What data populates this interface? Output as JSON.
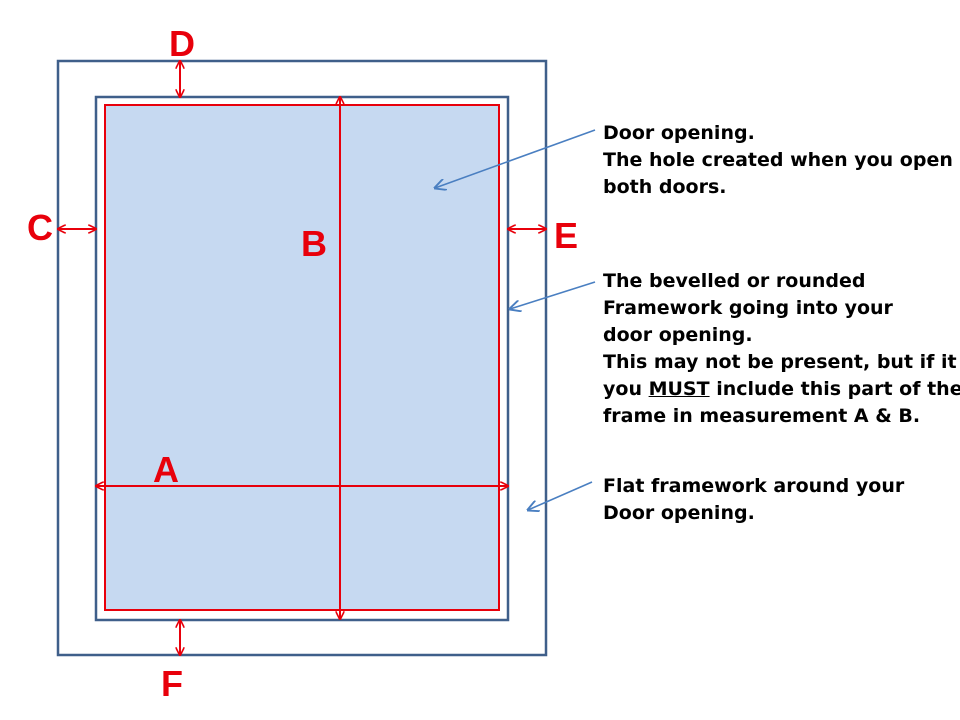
{
  "colors": {
    "outer_frame": "#3f5f8a",
    "inner_frame": "#3f5f8a",
    "opening_fill": "#c6d9f1",
    "measure_red": "#e8000b",
    "pointer_blue": "#4a7fc1"
  },
  "labels": {
    "a": "A",
    "b": "B",
    "c": "C",
    "d": "D",
    "e": "E",
    "f": "F"
  },
  "notes": {
    "door_opening": {
      "line1": "Door opening.",
      "line2": "The hole created when you open",
      "line3": "both doors."
    },
    "bevelled": {
      "line1": "The bevelled or rounded",
      "line2": "Framework going into your",
      "line3": "door opening.",
      "line4": "This may not be present, but if it is,",
      "line5_pre": "you ",
      "line5_em": "MUST",
      "line5_post": " include this part of the",
      "line6": "frame in measurement A & B."
    },
    "flat": {
      "line1": "Flat framework around your",
      "line2": "Door opening."
    }
  }
}
